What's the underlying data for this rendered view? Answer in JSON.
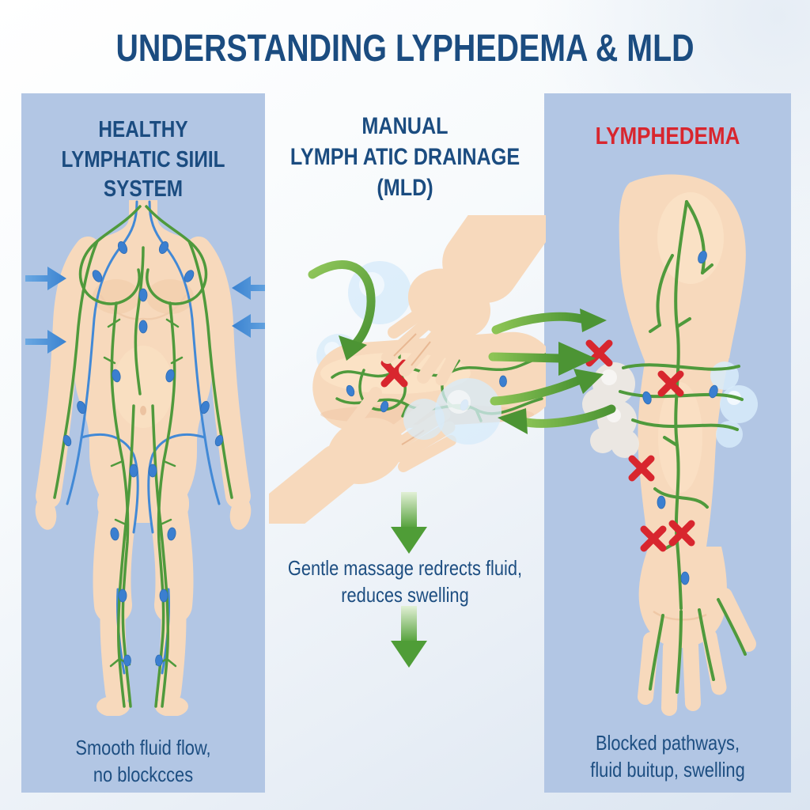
{
  "title": "UNDERSTANDING LYPHEDEMA & MLD",
  "panels": {
    "healthy": {
      "heading_line1": "HEALTHY",
      "heading_line2": "LYMPHATIC SIИIL",
      "heading_line3": "SYSTEM",
      "caption_line1": "Smooth fluid flow,",
      "caption_line2": "no blockcces"
    },
    "mld": {
      "heading_line1": "MANUAL",
      "heading_line2": "LYMPH ATIC DRAINAGE",
      "heading_line3": "(MLD)",
      "caption_line1": "Gentle massage redrects fluid,",
      "caption_line2": "reduces swelling"
    },
    "lymphedema": {
      "heading": "LYMPHEDEMA",
      "caption_line1": "Blocked pathways,",
      "caption_line2": "fluid buitup, swelling"
    }
  },
  "icons": {
    "blue_arrow": "inward-flow-arrow",
    "green_flow_arrow": "fluid-redirect-arrow",
    "curved_green_arrow": "massage-direction-arrow",
    "down_arrow": "drainage-down-arrow",
    "red_x": "blockage-x-mark",
    "lymph_node": "lymph-node",
    "bubble": "fluid-bubble"
  },
  "colors": {
    "navy": "#1b4c80",
    "red": "#d8262e",
    "vessel_green": "#4f9a3c",
    "vessel_blue": "#4289d6",
    "node_blue": "#3b7fd0",
    "arrow_blue": "#4089d4",
    "panel_blue": "#b2c6e4",
    "skin": "#f7d9bc"
  }
}
